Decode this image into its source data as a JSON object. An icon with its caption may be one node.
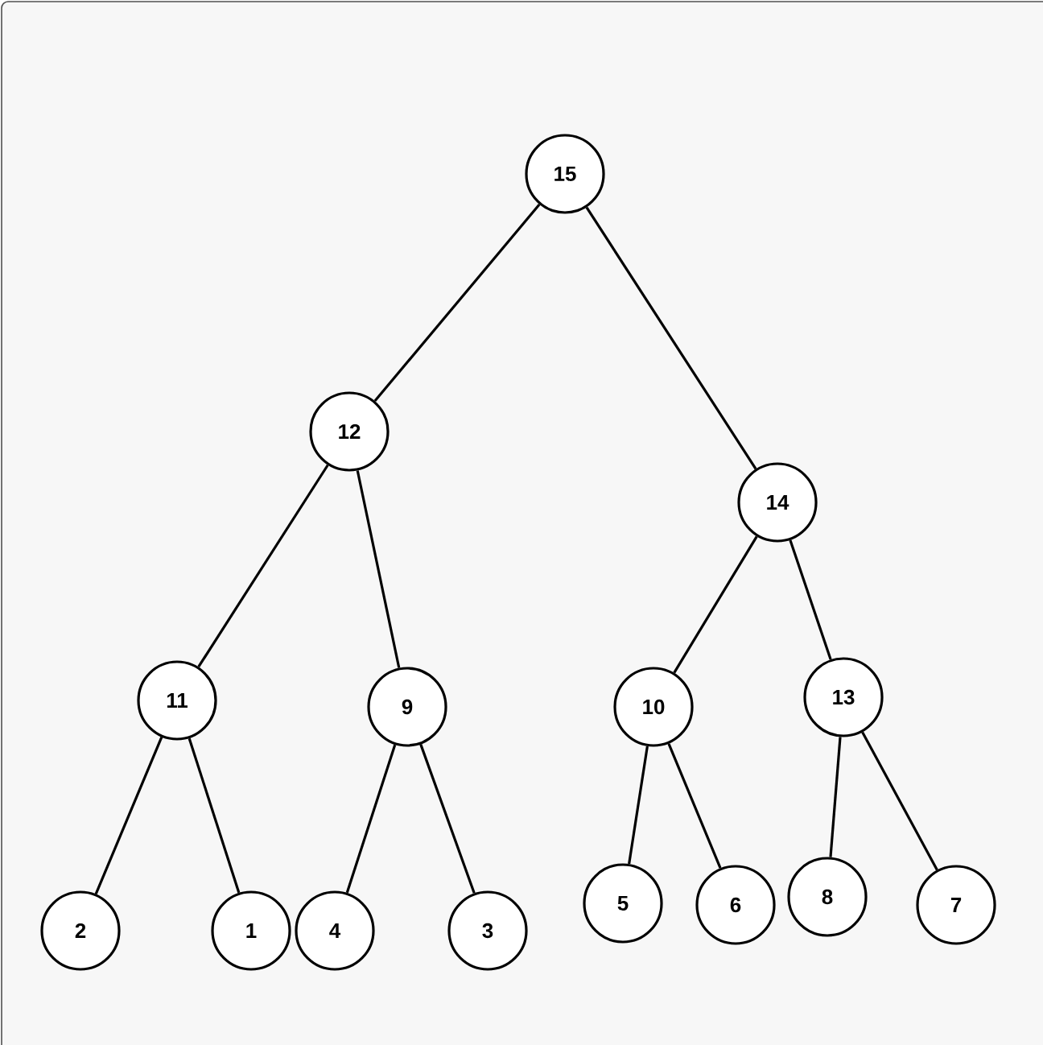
{
  "diagram": {
    "nodes": [
      {
        "text": [
          "15"
        ]
      },
      {
        "text": [
          "12"
        ]
      },
      {
        "text": [
          "14"
        ]
      },
      {
        "text": [
          "11"
        ]
      },
      {
        "text": [
          "9"
        ]
      },
      {
        "text": [
          "10"
        ]
      },
      {
        "text": [
          "13"
        ]
      },
      {
        "text": [
          "2"
        ]
      },
      {
        "text": [
          "1"
        ]
      },
      {
        "text": [
          "4"
        ]
      },
      {
        "text": [
          "3"
        ]
      },
      {
        "text": [
          "5"
        ]
      },
      {
        "text": [
          "6"
        ]
      },
      {
        "text": [
          "8"
        ]
      },
      {
        "text": [
          "7"
        ]
      }
    ],
    "edges": [
      {
        "from": 0,
        "to": 1,
        "arrow": "none"
      },
      {
        "from": 0,
        "to": 2,
        "arrow": "none"
      },
      {
        "from": 1,
        "to": 3,
        "arrow": "none"
      },
      {
        "from": 1,
        "to": 4,
        "arrow": "none"
      },
      {
        "from": 2,
        "to": 5,
        "arrow": "none"
      },
      {
        "from": 2,
        "to": 6,
        "arrow": "none"
      },
      {
        "from": 3,
        "to": 7,
        "arrow": "none"
      },
      {
        "from": 3,
        "to": 8,
        "arrow": "none"
      },
      {
        "from": 4,
        "to": 9,
        "arrow": "none"
      },
      {
        "from": 4,
        "to": 10,
        "arrow": "none"
      },
      {
        "from": 5,
        "to": 11,
        "arrow": "none"
      },
      {
        "from": 5,
        "to": 12,
        "arrow": "none"
      },
      {
        "from": 6,
        "to": 13,
        "arrow": "none"
      },
      {
        "from": 6,
        "to": 14,
        "arrow": "none"
      }
    ]
  }
}
